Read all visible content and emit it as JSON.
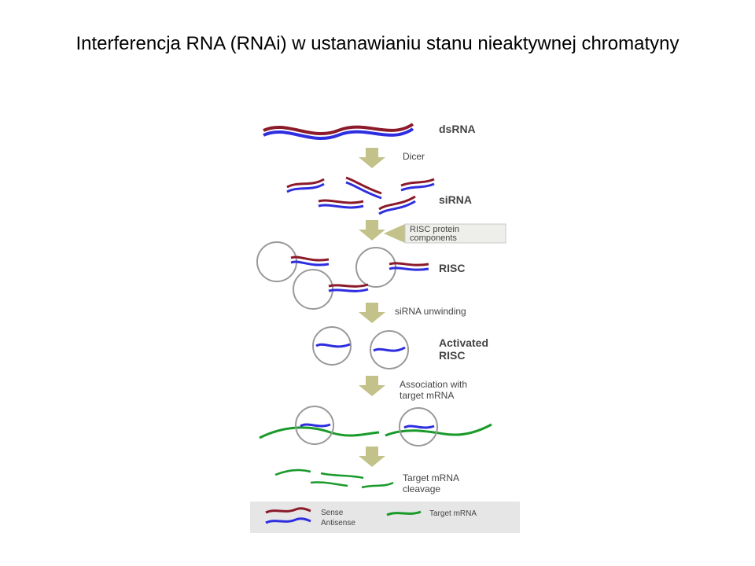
{
  "title": "Interferencja RNA (RNAi) w ustanawianiu stanu nieaktywnej chromatyny",
  "colors": {
    "sense": "#8b1a2a",
    "antisense": "#2e2ee0",
    "target_mrna": "#1a9a2a",
    "arrow": "#c2c28a",
    "legend_bg": "#e6e6e6"
  },
  "diagram": {
    "stages": {
      "dsrna": "dsRNA",
      "sirna": "siRNA",
      "risc": "RISC",
      "activated_line1": "Activated",
      "activated_line2": "RISC"
    },
    "steps": {
      "dicer": "Dicer",
      "risc_components_line1": "RISC protein",
      "risc_components_line2": "components",
      "unwinding": "siRNA unwinding",
      "association_line1": "Association with",
      "association_line2": "target mRNA",
      "cleavage_line1": "Target mRNA",
      "cleavage_line2": "cleavage"
    },
    "legend": {
      "sense": "Sense",
      "antisense": "Antisense",
      "target": "Target mRNA"
    }
  }
}
